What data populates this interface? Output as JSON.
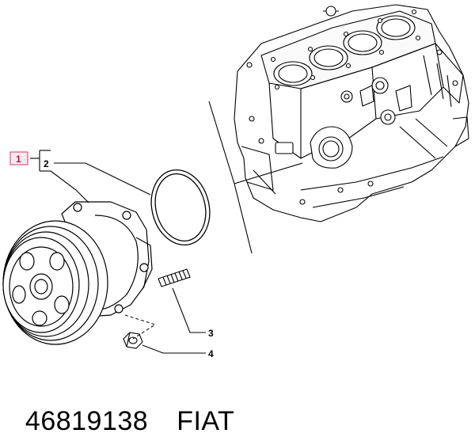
{
  "callouts": {
    "c1": "1",
    "c2": "2",
    "c3": "3",
    "c4": "4"
  },
  "caption": {
    "part_number": "46819138",
    "brand": "FIAT"
  },
  "colors": {
    "line": "#000000",
    "callout_1_box_fill": "#fde7ef",
    "callout_1_box_border": "#d24a7b",
    "callout_1_text": "#b0163d"
  }
}
